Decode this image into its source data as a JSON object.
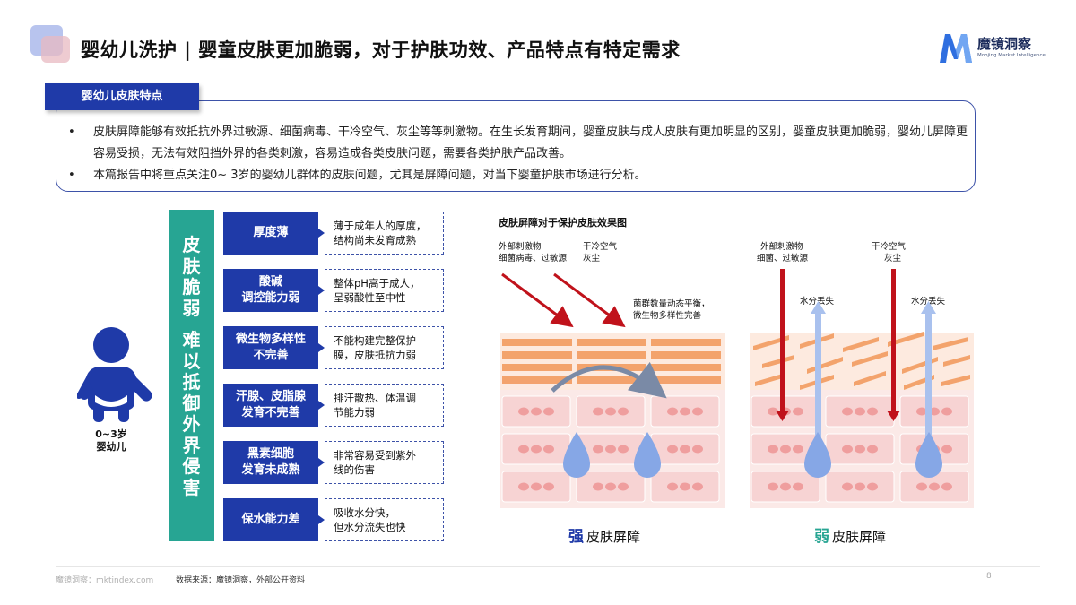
{
  "header": {
    "title": "婴幼儿洗护 | 婴童皮肤更加脆弱，对于护肤功效、产品特点有特定需求",
    "brand_name": "魔镜洞察",
    "brand_sub": "Moojing Market Intelligence"
  },
  "section": {
    "tab_label": "婴幼儿皮肤特点",
    "bullets": [
      "皮肤屏障能够有效抵抗外界过敏源、细菌病毒、干冷空气、灰尘等等刺激物。在生长发育期间，婴童皮肤与成人皮肤有更加明显的区别，婴童皮肤更加脆弱，婴幼儿屏障更容易受损，无法有效阻挡外界的各类刺激，容易造成各类皮肤问题，需要各类护肤产品改善。",
      "本篇报告中将重点关注0~ 3岁的婴幼儿群体的皮肤问题，尤其是屏障问题，对当下婴童护肤市场进行分析。"
    ]
  },
  "left_panel": {
    "baby_label_line1": "0~3岁",
    "baby_label_line2": "婴幼儿",
    "vertical_title": "皮肤脆弱 难以抵御外界侵害",
    "features": [
      {
        "label_lines": [
          "厚度薄"
        ],
        "desc_lines": [
          "薄于成年人的厚度，",
          "结构尚未发育成熟"
        ]
      },
      {
        "label_lines": [
          "酸碱",
          "调控能力弱"
        ],
        "desc_lines": [
          "整体pH高于成人，",
          "呈弱酸性至中性"
        ]
      },
      {
        "label_lines": [
          "微生物多样性",
          "不完善"
        ],
        "desc_lines": [
          "不能构建完整保护",
          "膜，皮肤抵抗力弱"
        ]
      },
      {
        "label_lines": [
          "汗腺、皮脂腺",
          "发育不完善"
        ],
        "desc_lines": [
          "排汗散热、体温调",
          "节能力弱"
        ]
      },
      {
        "label_lines": [
          "黑素细胞",
          "发育未成熟"
        ],
        "desc_lines": [
          "非常容易受到紫外",
          "线的伤害"
        ]
      },
      {
        "label_lines": [
          "保水能力差"
        ],
        "desc_lines": [
          "吸收水分快，",
          "但水分流失也快"
        ]
      }
    ]
  },
  "diagram": {
    "title": "皮肤屏障对于保护皮肤效果图",
    "strong": {
      "stim_1_line1": "外部刺激物",
      "stim_1_line2": "细菌病毒、过敏源",
      "stim_2_line1": "干冷空气",
      "stim_2_line2": "灰尘",
      "flora_line1": "菌群数量动态平衡，",
      "flora_line2": "微生物多样性完善",
      "caption_strong": "强",
      "caption_rest": "皮肤屏障"
    },
    "weak": {
      "stim_1_line1": "外部刺激物",
      "stim_1_line2": "细菌、过敏源",
      "stim_2_line1": "干冷空气",
      "stim_2_line2": "灰尘",
      "water_loss_1": "水分丢失",
      "water_loss_2": "水分丢失",
      "caption_strong": "弱",
      "caption_rest": "皮肤屏障"
    },
    "colors": {
      "arrow_red": "#c0121b",
      "layer_orange": "#f3a36c",
      "cell_pink": "#f7d3d3",
      "water_blue": "#86a7e6",
      "caption_blue": "#1f3aa8",
      "caption_green": "#27a593"
    }
  },
  "footer": {
    "site": "魔镜洞察：mktindex.com",
    "source": "数据来源：魔镜洞察，外部公开资料",
    "page": "8"
  }
}
